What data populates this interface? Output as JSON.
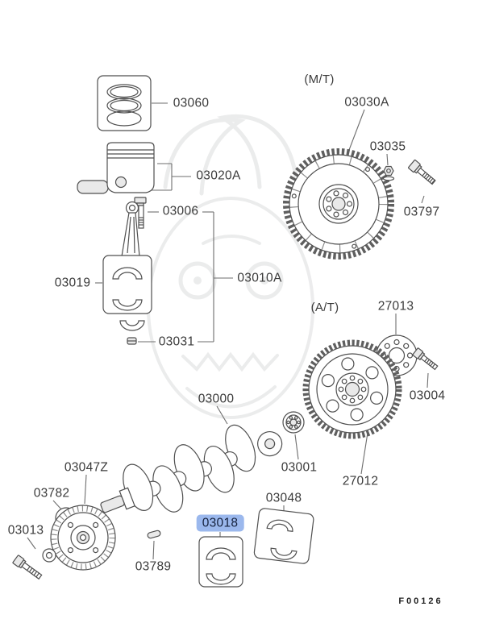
{
  "diagram": {
    "code_label": "F00126",
    "highlight_color": "#9bb8ed",
    "annotations": {
      "mt": "(M/T)",
      "at": "(A/T)"
    },
    "parts": {
      "piston_rings": {
        "label": "03060"
      },
      "piston": {
        "label": "03020A"
      },
      "rod_bolt": {
        "label": "03006"
      },
      "rod_bearing": {
        "label": "03019"
      },
      "connecting_rod": {
        "label": "03010A"
      },
      "rod_nut": {
        "label": "03031"
      },
      "flywheel": {
        "label": "03030A"
      },
      "flywheel_nut": {
        "label": "03035"
      },
      "flywheel_bolt": {
        "label": "03797"
      },
      "adapter_plate": {
        "label": "27013"
      },
      "adapter_bolt": {
        "label": "03004"
      },
      "drive_plate": {
        "label": "27012"
      },
      "crankshaft": {
        "label": "03000"
      },
      "crank_spacer": {
        "label": "03001"
      },
      "crank_pulley": {
        "label": "03047Z"
      },
      "pulley_damper": {
        "label": "03782"
      },
      "pulley_bolt": {
        "label": "03013"
      },
      "crank_key": {
        "label": "03789"
      },
      "main_bearing": {
        "label": "03018",
        "highlighted": true
      },
      "thrust_bearing": {
        "label": "03048"
      }
    }
  }
}
